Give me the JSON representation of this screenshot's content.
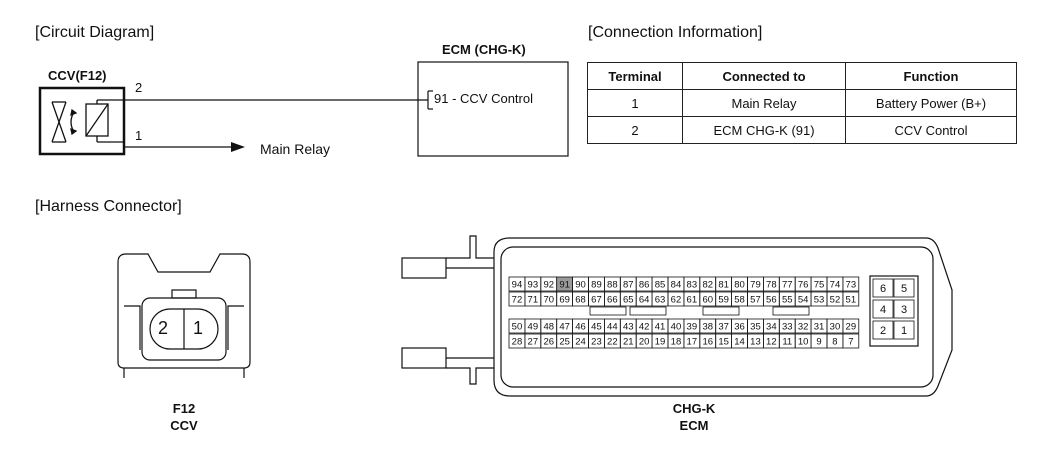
{
  "sections": {
    "circuit": "[Circuit Diagram]",
    "connection": "[Connection Information]",
    "harness": "[Harness Connector]"
  },
  "circuit": {
    "ccv_label": "CCV(F12)",
    "ecm_label": "ECM (CHG-K)",
    "wire_top_pin": "2",
    "wire_bottom_pin": "1",
    "ecm_terminal": "91 - CCV Control",
    "main_relay": "Main Relay"
  },
  "table": {
    "headers": [
      "Terminal",
      "Connected to",
      "Function"
    ],
    "rows": [
      [
        "1",
        "Main Relay",
        "Battery Power (B+)"
      ],
      [
        "2",
        "ECM CHG-K (91)",
        "CCV Control"
      ]
    ]
  },
  "f12": {
    "pin_left": "2",
    "pin_right": "1",
    "label1": "F12",
    "label2": "CCV"
  },
  "ecm": {
    "label1": "CHG-K",
    "label2": "ECM",
    "row1": [
      "94",
      "93",
      "92",
      "91",
      "90",
      "89",
      "88",
      "87",
      "86",
      "85",
      "84",
      "83",
      "82",
      "81",
      "80",
      "79",
      "78",
      "77",
      "76",
      "75",
      "74",
      "73"
    ],
    "row2": [
      "72",
      "71",
      "70",
      "69",
      "68",
      "67",
      "66",
      "65",
      "64",
      "63",
      "62",
      "61",
      "60",
      "59",
      "58",
      "57",
      "56",
      "55",
      "54",
      "53",
      "52",
      "51"
    ],
    "row3": [
      "50",
      "49",
      "48",
      "47",
      "46",
      "45",
      "44",
      "43",
      "42",
      "41",
      "40",
      "39",
      "38",
      "37",
      "36",
      "35",
      "34",
      "33",
      "32",
      "31",
      "30",
      "29"
    ],
    "row4": [
      "28",
      "27",
      "26",
      "25",
      "24",
      "23",
      "22",
      "21",
      "20",
      "19",
      "18",
      "17",
      "16",
      "15",
      "14",
      "13",
      "12",
      "11",
      "10",
      "9",
      "8",
      "7"
    ],
    "small_block": [
      [
        "6",
        "5"
      ],
      [
        "4",
        "3"
      ],
      [
        "2",
        "1"
      ]
    ],
    "highlight_pin": "91"
  },
  "colors": {
    "line": "#111111",
    "highlight": "#9a9a9a"
  }
}
